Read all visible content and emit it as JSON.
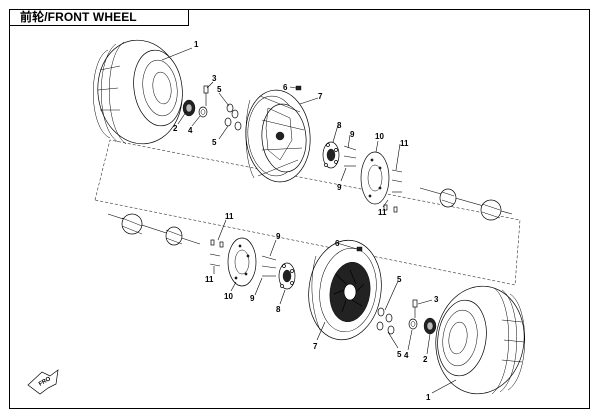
{
  "title": "前轮/FRONT WHEEL",
  "callouts": {
    "tire": "1",
    "valve": "2",
    "valve_cap": "3",
    "nut": "4",
    "lug_nut": "5",
    "cap": "6",
    "rim": "7",
    "hub": "8",
    "hub_bolt": "9",
    "brake_disc": "10",
    "disc_bolt": "11"
  }
}
